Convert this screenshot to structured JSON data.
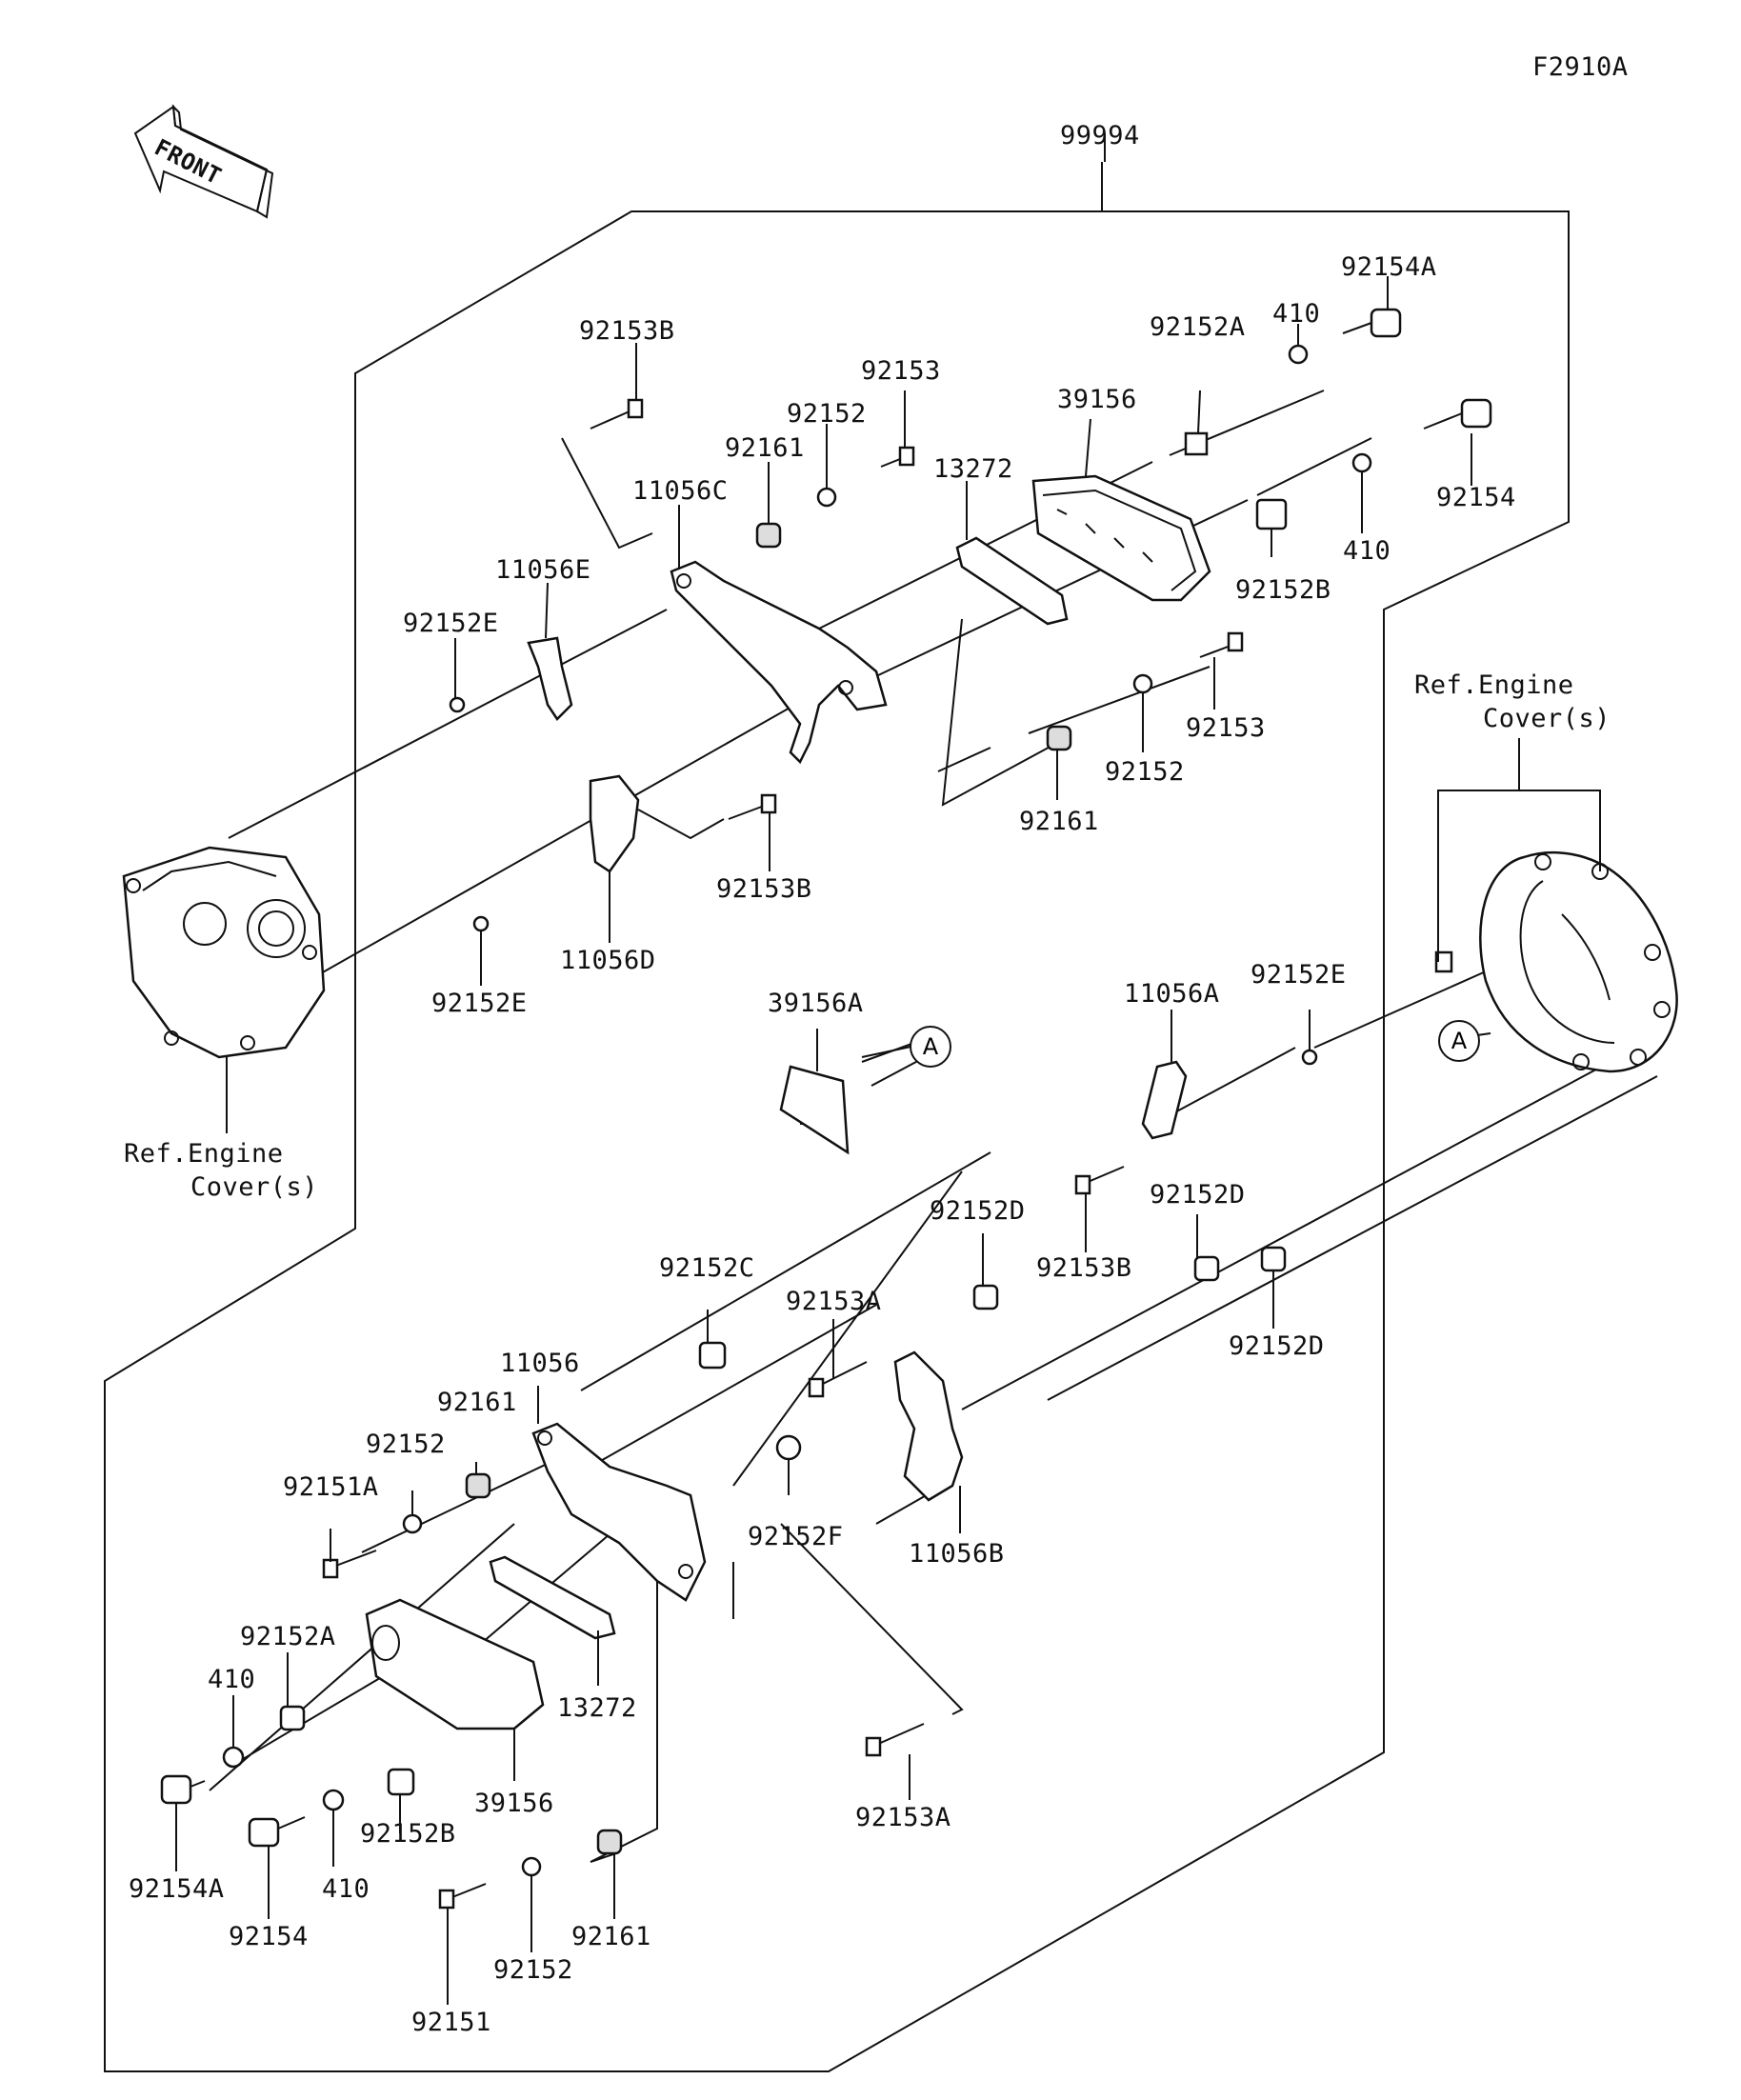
{
  "figure_code": "F2910A",
  "front_arrow": "FRONT",
  "kit_number": "99994",
  "ref_top_right": [
    "Ref.Engine",
    "Cover(s)"
  ],
  "ref_left": [
    "Ref.Engine",
    "Cover(s)"
  ],
  "marker": "A",
  "labels": {
    "p92154A_t": "92154A",
    "p410_t1": "410",
    "p92152A_t": "92152A",
    "p39156_t": "39156",
    "p92154_t": "92154",
    "p410_t2": "410",
    "p92152B_t": "92152B",
    "p92153B_t1": "92153B",
    "p92153_t1": "92153",
    "p92152_t1": "92152",
    "p92161_t1": "92161",
    "p11056C": "11056C",
    "p13272_t": "13272",
    "p11056E": "11056E",
    "p92152E_t1": "92152E",
    "p92153_t2": "92153",
    "p92152_t2": "92152",
    "p92161_t2": "92161",
    "p92153B_t2": "92153B",
    "p11056D": "11056D",
    "p92152E_t2": "92152E",
    "p39156A": "39156A",
    "p11056A": "11056A",
    "p92152E_t3": "92152E",
    "p92152D_1": "92152D",
    "p92152D_2": "92152D",
    "p92152D_3": "92152D",
    "p92153B_t3": "92153B",
    "p92152C": "92152C",
    "p92153A_1": "92153A",
    "p11056": "11056",
    "p92161_b1": "92161",
    "p92152_b1": "92152",
    "p92151A": "92151A",
    "p92152F": "92152F",
    "p11056B": "11056B",
    "p92152A_b": "92152A",
    "p410_b1": "410",
    "p13272_b": "13272",
    "p39156_b": "39156",
    "p92154A_b": "92154A",
    "p92154_b": "92154",
    "p410_b2": "410",
    "p92152B_b": "92152B",
    "p92153A_2": "92153A",
    "p92161_b2": "92161",
    "p92152_b2": "92152",
    "p92151": "92151"
  }
}
